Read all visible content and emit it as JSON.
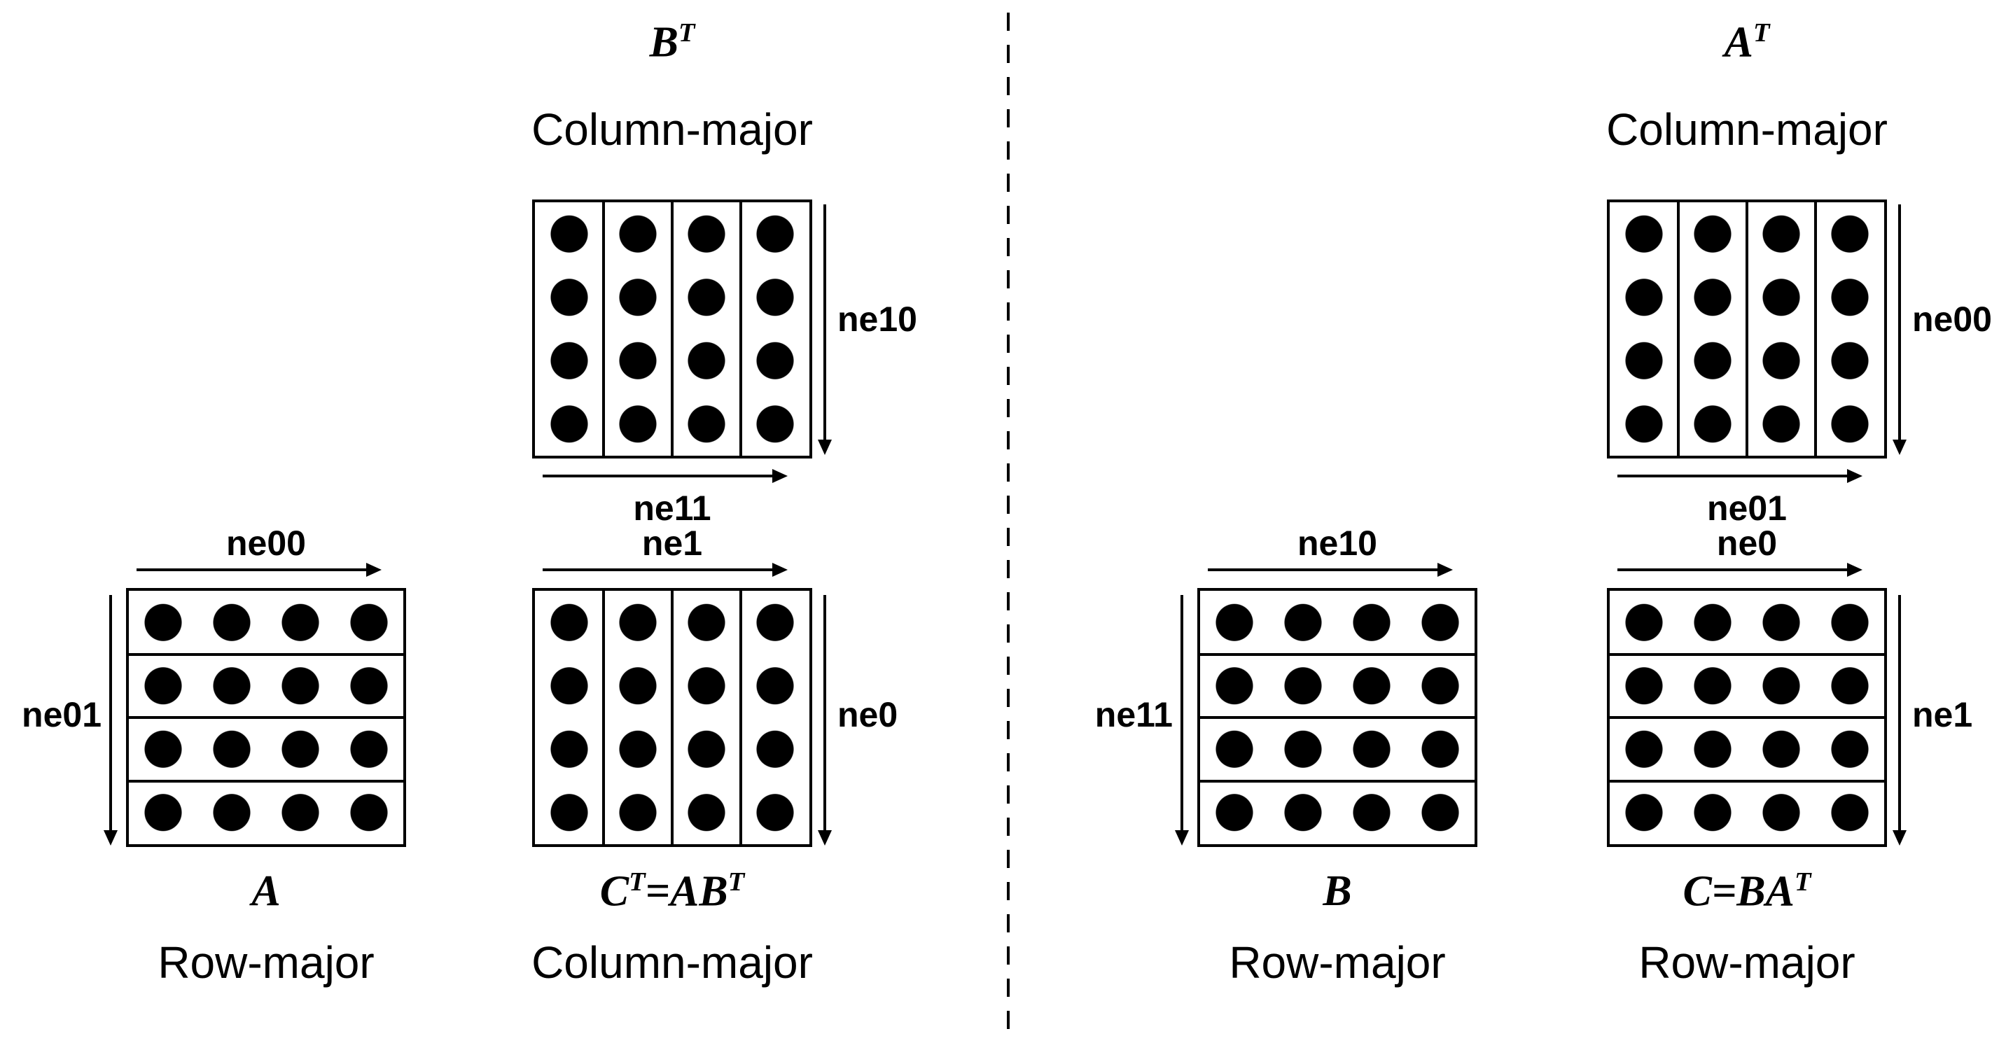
{
  "colors": {
    "ink": "#000000",
    "background": "#ffffff"
  },
  "grid": {
    "rows": 4,
    "cols": 4,
    "dot_color": "#000000"
  },
  "panels": {
    "left": {
      "top_matrix": {
        "title_segments": [
          {
            "t": "B"
          },
          {
            "t": "T",
            "sup": true
          }
        ],
        "storage_order": "Column-major",
        "orientation": "column",
        "vertical_dim_label": "ne10",
        "horizontal_dim_label": "ne11"
      },
      "bottom_left_matrix": {
        "title_segments": [
          {
            "t": "A"
          }
        ],
        "storage_order": "Row-major",
        "orientation": "row",
        "horizontal_dim_label": "ne00",
        "vertical_dim_label": "ne01"
      },
      "bottom_right_matrix": {
        "title_segments": [
          {
            "t": "C"
          },
          {
            "t": "T",
            "sup": true
          },
          {
            "t": "="
          },
          {
            "t": "AB"
          },
          {
            "t": "T",
            "sup": true
          }
        ],
        "storage_order": "Column-major",
        "orientation": "column",
        "horizontal_dim_label": "ne1",
        "vertical_dim_label": "ne0"
      }
    },
    "right": {
      "top_matrix": {
        "title_segments": [
          {
            "t": "A"
          },
          {
            "t": "T",
            "sup": true
          }
        ],
        "storage_order": "Column-major",
        "orientation": "column",
        "vertical_dim_label": "ne00",
        "horizontal_dim_label": "ne01"
      },
      "bottom_left_matrix": {
        "title_segments": [
          {
            "t": "B"
          }
        ],
        "storage_order": "Row-major",
        "orientation": "row",
        "horizontal_dim_label": "ne10",
        "vertical_dim_label": "ne11"
      },
      "bottom_right_matrix": {
        "title_segments": [
          {
            "t": "C"
          },
          {
            "t": "="
          },
          {
            "t": "BA"
          },
          {
            "t": "T",
            "sup": true
          }
        ],
        "storage_order": "Row-major",
        "orientation": "row",
        "horizontal_dim_label": "ne0",
        "vertical_dim_label": "ne1"
      }
    }
  }
}
